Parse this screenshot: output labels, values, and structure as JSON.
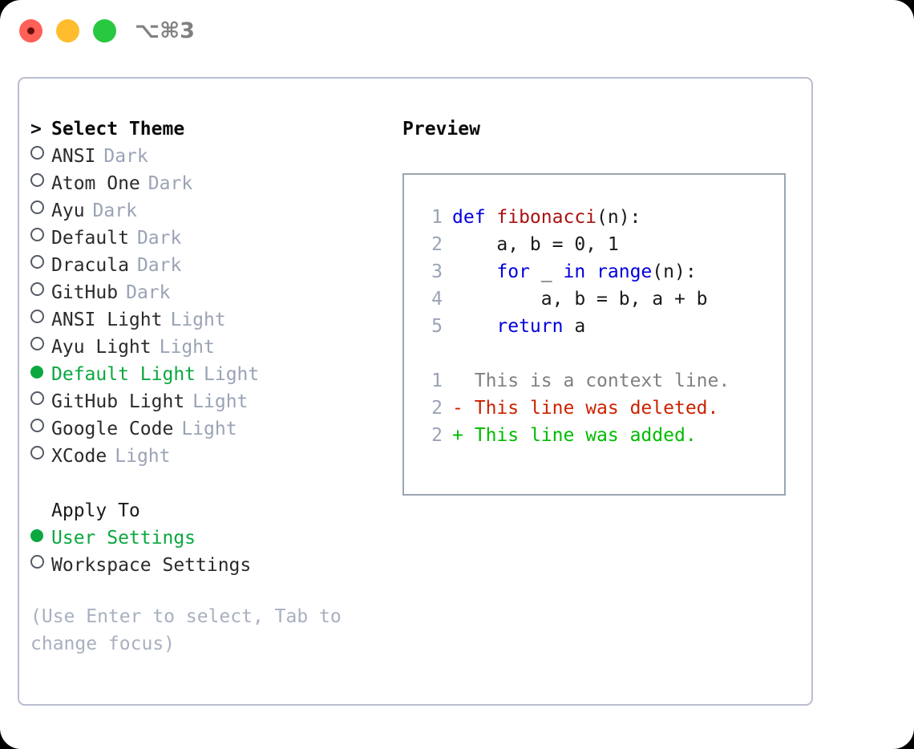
{
  "titlebar": {
    "lights": [
      {
        "name": "close",
        "color": "#ff6058"
      },
      {
        "name": "minimize",
        "color": "#ffbd2e"
      },
      {
        "name": "zoom",
        "color": "#28c840"
      }
    ],
    "shortcut": "⌥⌘3"
  },
  "theme_picker": {
    "header": "Select Theme",
    "caret": ">",
    "items": [
      {
        "name": "ANSI",
        "tag": "Dark",
        "selected": false
      },
      {
        "name": "Atom One",
        "tag": "Dark",
        "selected": false
      },
      {
        "name": "Ayu",
        "tag": "Dark",
        "selected": false
      },
      {
        "name": "Default",
        "tag": "Dark",
        "selected": false
      },
      {
        "name": "Dracula",
        "tag": "Dark",
        "selected": false
      },
      {
        "name": "GitHub",
        "tag": "Dark",
        "selected": false
      },
      {
        "name": "ANSI Light",
        "tag": "Light",
        "selected": false
      },
      {
        "name": "Ayu Light",
        "tag": "Light",
        "selected": false
      },
      {
        "name": "Default Light",
        "tag": "Light",
        "selected": true
      },
      {
        "name": "GitHub Light",
        "tag": "Light",
        "selected": false
      },
      {
        "name": "Google Code",
        "tag": "Light",
        "selected": false
      },
      {
        "name": "XCode",
        "tag": "Light",
        "selected": false
      }
    ]
  },
  "apply_to": {
    "header": "Apply To",
    "items": [
      {
        "name": "User Settings",
        "selected": true
      },
      {
        "name": "Workspace Settings",
        "selected": false
      }
    ]
  },
  "hint": "(Use Enter to select, Tab to change focus)",
  "preview": {
    "title": "Preview",
    "code_lines": [
      {
        "lineno": "1",
        "tokens": [
          {
            "text": "def ",
            "type": "kw"
          },
          {
            "text": "fibonacci",
            "type": "fn"
          },
          {
            "text": "(n):",
            "type": "plain"
          }
        ]
      },
      {
        "lineno": "2",
        "tokens": [
          {
            "text": "    a, b = 0, 1",
            "type": "plain"
          }
        ]
      },
      {
        "lineno": "3",
        "tokens": [
          {
            "text": "    ",
            "type": "plain"
          },
          {
            "text": "for",
            "type": "kw"
          },
          {
            "text": " _ ",
            "type": "plain"
          },
          {
            "text": "in",
            "type": "kw"
          },
          {
            "text": " ",
            "type": "plain"
          },
          {
            "text": "range",
            "type": "kw"
          },
          {
            "text": "(n):",
            "type": "plain"
          }
        ]
      },
      {
        "lineno": "4",
        "tokens": [
          {
            "text": "        a, b = b, a + b",
            "type": "plain"
          }
        ]
      },
      {
        "lineno": "5",
        "tokens": [
          {
            "text": "    ",
            "type": "plain"
          },
          {
            "text": "return",
            "type": "kw"
          },
          {
            "text": " a",
            "type": "plain"
          }
        ]
      }
    ],
    "diff_lines": [
      {
        "lineno": "1",
        "marker": " ",
        "text": "This is a context line.",
        "type": "ctx"
      },
      {
        "lineno": "2",
        "marker": "-",
        "text": "This line was deleted.",
        "type": "del"
      },
      {
        "lineno": "2",
        "marker": "+",
        "text": "This line was added.",
        "type": "add"
      }
    ]
  },
  "colors": {
    "accent_green": "#0aa83f",
    "muted_gray": "#9aa3b5",
    "hint_gray": "#a8b0bf",
    "keyword_blue": "#0000dd",
    "function_red": "#aa1111",
    "diff_delete": "#cc2200",
    "diff_add": "#00bb00",
    "panel_border": "#b9bdd0",
    "preview_border": "#9aa5b1"
  }
}
